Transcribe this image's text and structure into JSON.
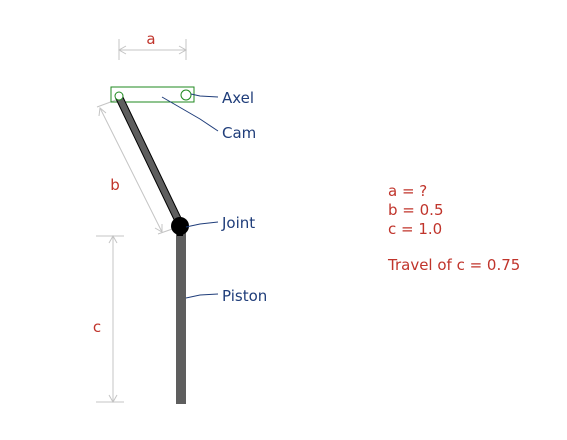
{
  "dimensions": {
    "a": "a",
    "b": "b",
    "c": "c"
  },
  "labels": {
    "axel": "Axel",
    "cam": "Cam",
    "joint": "Joint",
    "piston": "Piston"
  },
  "info": {
    "line_a": "a = ?",
    "line_b": "b = 0.5",
    "line_c": "c = 1.0",
    "travel": "Travel of c = 0.75"
  },
  "colors": {
    "dimension_text": "#c0342b",
    "label_text": "#1f3d7a",
    "cam_outline": "#1f8a1f",
    "rod": "#5e5e5e",
    "joint": "#000000",
    "dimension_line": "#bfbfbf"
  }
}
